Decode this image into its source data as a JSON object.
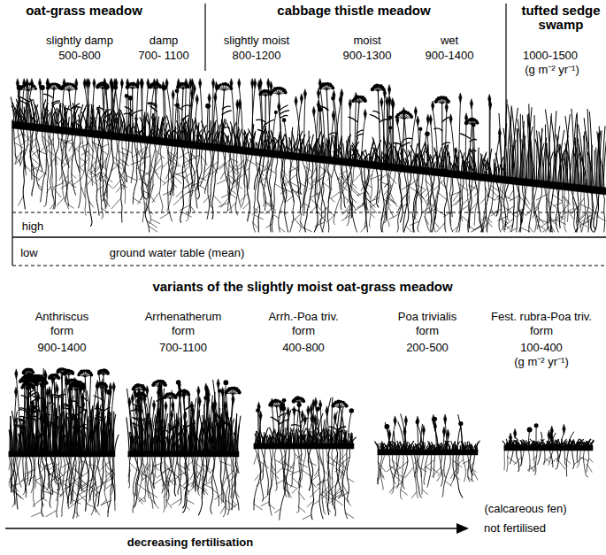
{
  "diagram": {
    "labels": [
      "oat-grass meadow",
      "cabbage thistle meadow",
      "tufted sedge swamp",
      "slightly damp",
      "500-800",
      "damp",
      "700- 1100",
      "slightly moist",
      "800-1200",
      "moist",
      "900-1300",
      "wet",
      "900-1400",
      "1000-1500",
      "(g m⁻² yr⁻¹)",
      "high",
      "low",
      "ground water table (mean)",
      "variants of the slightly moist oat-grass meadow",
      "Anthriscus form",
      "900-1400",
      "Arrhenatherum form",
      "700-1100",
      "Arrh.-Poa triv. form",
      "400-800",
      "Poa trivialis form",
      "200-500",
      "Fest. rubra-Poa triv. form",
      "100-400",
      "(g m⁻² yr⁻¹)",
      "(calcareous fen)",
      "decreasing fertilisation",
      "not fertilised"
    ]
  }
}
